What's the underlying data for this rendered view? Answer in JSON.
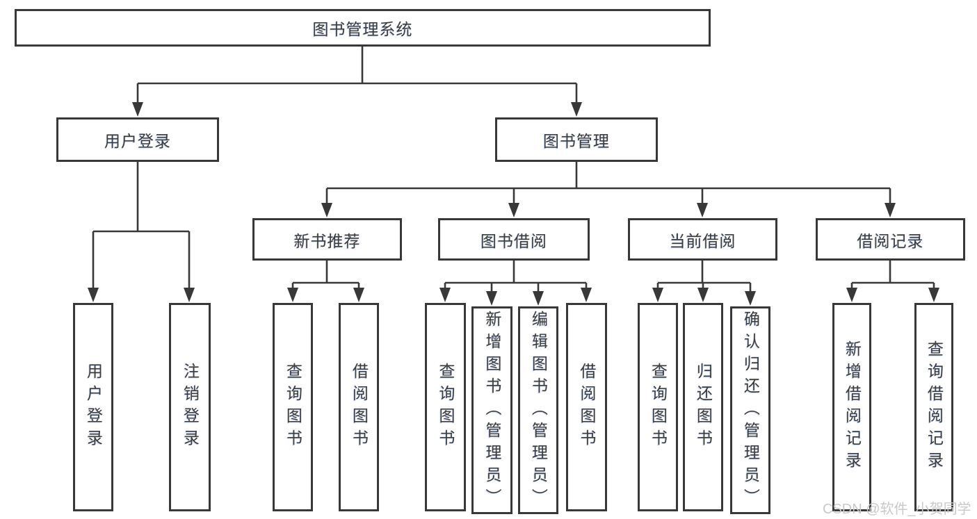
{
  "tree": {
    "root": {
      "label": "图书管理系统"
    },
    "children": [
      {
        "label": "用户登录",
        "children": [
          {
            "label": "用户登录"
          },
          {
            "label": "注销登录"
          }
        ]
      },
      {
        "label": "图书管理",
        "children": [
          {
            "label": "新书推荐",
            "children": [
              {
                "label": "查询图书"
              },
              {
                "label": "借阅图书"
              }
            ]
          },
          {
            "label": "图书借阅",
            "children": [
              {
                "label": "查询图书"
              },
              {
                "label": "新增图书（管理员）"
              },
              {
                "label": "编辑图书（管理员）"
              },
              {
                "label": "借阅图书"
              }
            ]
          },
          {
            "label": "当前借阅",
            "children": [
              {
                "label": "查询图书"
              },
              {
                "label": "归还图书"
              },
              {
                "label": "确认归还（管理员）"
              }
            ]
          },
          {
            "label": "借阅记录",
            "children": [
              {
                "label": "新增借阅记录"
              },
              {
                "label": "查询借阅记录"
              }
            ]
          }
        ]
      }
    ]
  },
  "watermark": {
    "text": "CSDN @软件_小贺同学"
  },
  "colors": {
    "box_border": "#383838",
    "text": "#3c3c3c",
    "connector": "#383838",
    "watermark_text": "#c9c9c9",
    "background": "#ffffff"
  }
}
